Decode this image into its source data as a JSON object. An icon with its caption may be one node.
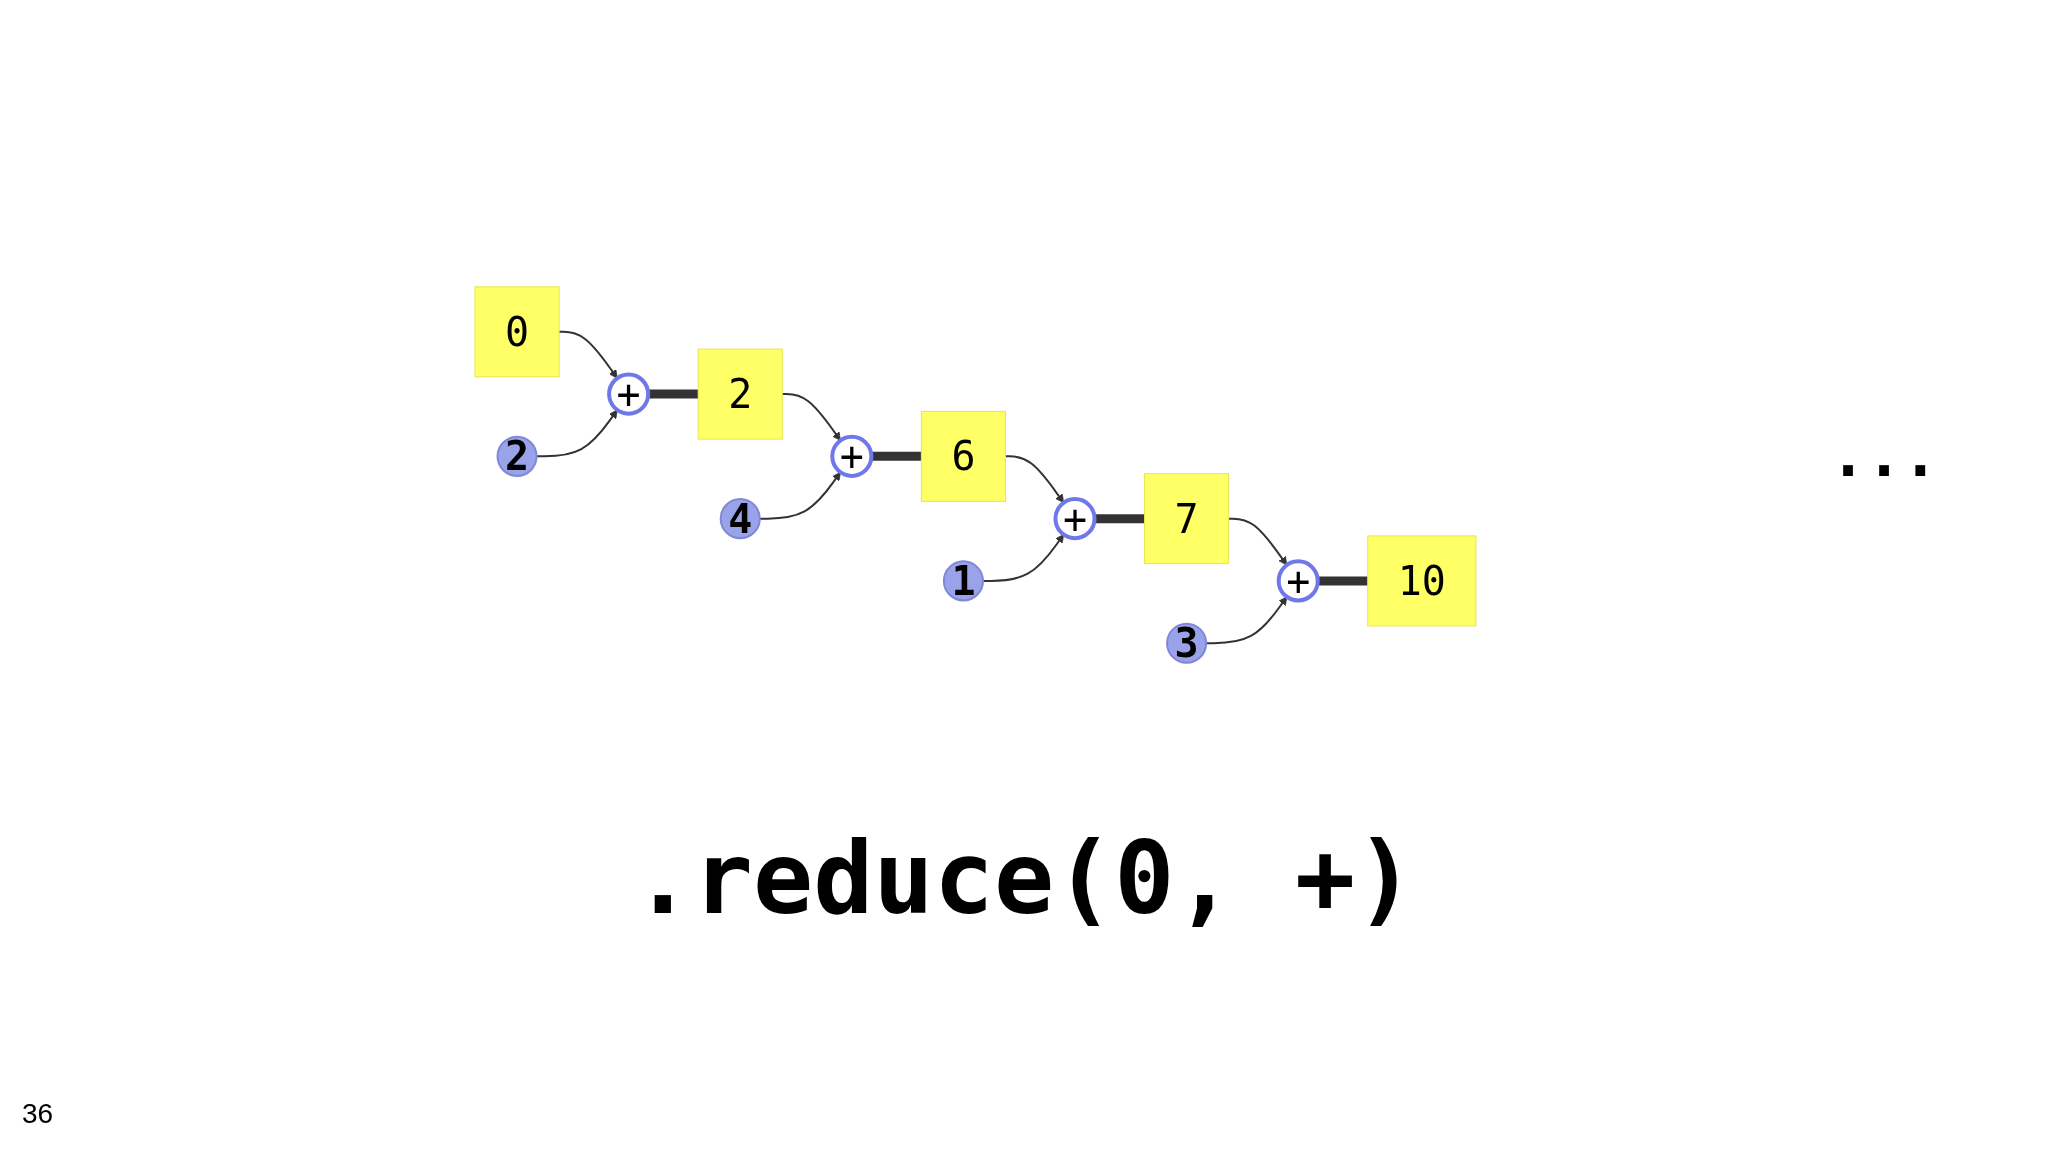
{
  "diagram": {
    "caption": ".reduce(0, +)",
    "nodes": [
      {
        "text": [
          "2"
        ]
      },
      {
        "text": [
          "4"
        ]
      },
      {
        "text": [
          "1"
        ]
      },
      {
        "text": [
          "3"
        ]
      },
      {
        "text": [
          "0"
        ]
      },
      {
        "text": [
          "+"
        ]
      },
      {
        "text": [
          "2"
        ]
      },
      {
        "text": [
          "+"
        ]
      },
      {
        "text": [
          "6"
        ]
      },
      {
        "text": [
          "+"
        ]
      },
      {
        "text": [
          "7"
        ]
      },
      {
        "text": [
          "+"
        ]
      },
      {
        "text": [
          "10"
        ]
      }
    ],
    "edges": [
      {
        "from": 4,
        "to": 5,
        "arrow": "to"
      },
      {
        "from": 0,
        "to": 5,
        "arrow": "to"
      },
      {
        "from": 5,
        "to": 6,
        "arrow": "none",
        "style": "thick"
      },
      {
        "from": 6,
        "to": 7,
        "arrow": "to"
      },
      {
        "from": 1,
        "to": 7,
        "arrow": "to"
      },
      {
        "from": 7,
        "to": 8,
        "arrow": "none",
        "style": "thick"
      },
      {
        "from": 8,
        "to": 9,
        "arrow": "to"
      },
      {
        "from": 2,
        "to": 9,
        "arrow": "to"
      },
      {
        "from": 9,
        "to": 10,
        "arrow": "none",
        "style": "thick"
      },
      {
        "from": 10,
        "to": 11,
        "arrow": "to"
      },
      {
        "from": 3,
        "to": 11,
        "arrow": "to"
      },
      {
        "from": 11,
        "to": 12,
        "arrow": "none",
        "style": "thick"
      }
    ],
    "labels": [
      "...",
      "36"
    ]
  }
}
